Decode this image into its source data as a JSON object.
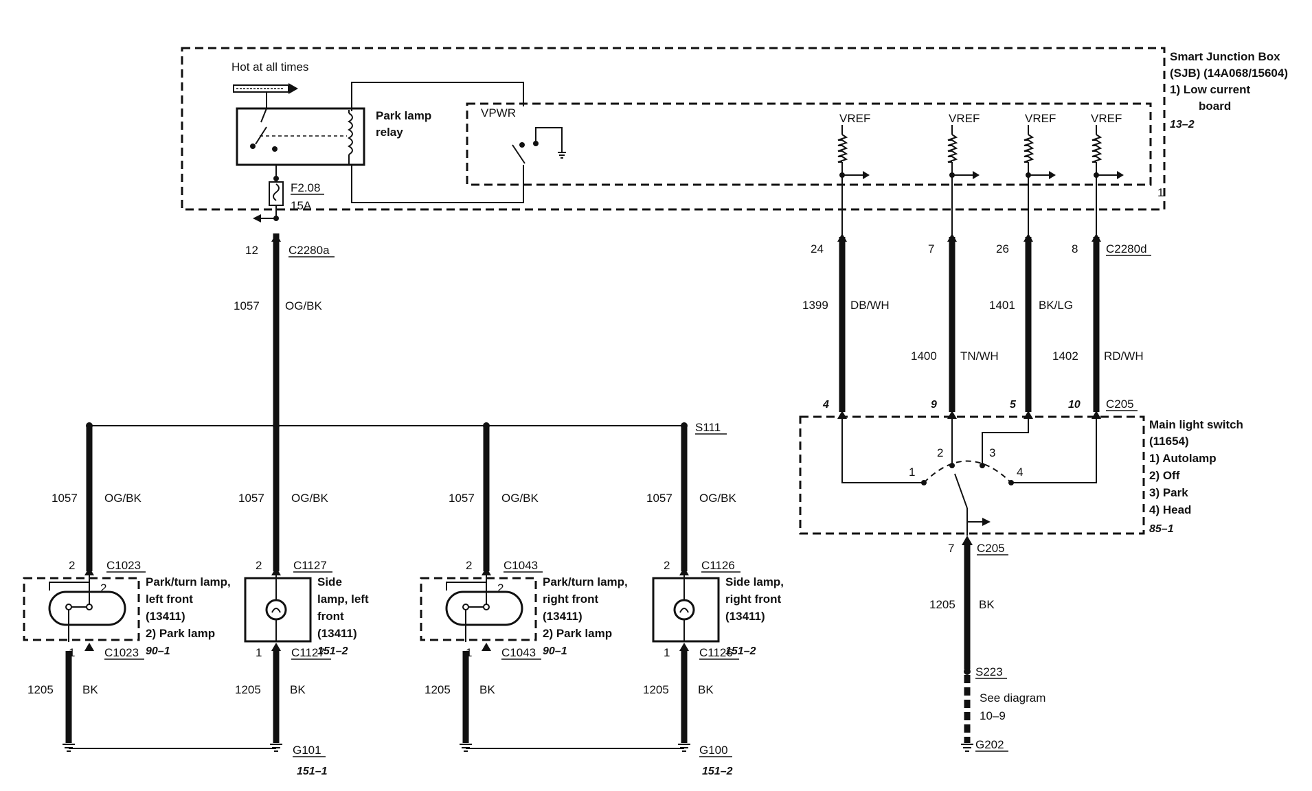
{
  "sjb": {
    "title_lines": [
      "Smart Junction Box",
      "(SJB) (14A068/15604)",
      "1)  Low current",
      "     board"
    ],
    "ref": "13–2",
    "hot_label": "Hot at all times",
    "relay_label_lines": [
      "Park lamp",
      "relay"
    ],
    "vpwr": "VPWR",
    "fuse_lines": [
      "F2.08",
      "15A"
    ],
    "vref": [
      "VREF",
      "VREF",
      "VREF",
      "VREF"
    ],
    "module_pin": "1"
  },
  "connectors": {
    "c2280a": {
      "name": "C2280a",
      "pin": "12"
    },
    "c2280d": {
      "name": "C2280d",
      "pins": [
        "24",
        "7",
        "26",
        "8"
      ]
    },
    "c205_top": {
      "name": "C205",
      "pins": [
        "4",
        "9",
        "5",
        "10"
      ]
    },
    "c205_bottom": {
      "name": "C205",
      "pin": "7"
    }
  },
  "wires": {
    "main_feed": {
      "circuit": "1057",
      "color": "OG/BK"
    },
    "w1399": {
      "circuit": "1399",
      "color": "DB/WH"
    },
    "w1400": {
      "circuit": "1400",
      "color": "TN/WH"
    },
    "w1401": {
      "circuit": "1401",
      "color": "BK/LG"
    },
    "w1402": {
      "circuit": "1402",
      "color": "RD/WH"
    },
    "switch_ground": {
      "circuit": "1205",
      "color": "BK"
    }
  },
  "splice": "S111",
  "switch": {
    "title_lines": [
      "Main light switch",
      "(11654)",
      "1)   Autolamp",
      "2)   Off",
      "3)   Park",
      "4)   Head"
    ],
    "ref": "85–1",
    "positions": [
      "1",
      "2",
      "3",
      "4"
    ]
  },
  "lamps": [
    {
      "branch_circuit": "1057",
      "branch_color": "OG/BK",
      "top_pin": "2",
      "top_conn": "C1023",
      "bottom_pin": "1",
      "bottom_conn": "C1023",
      "inner_pin": "2",
      "label_lines": [
        "Park/turn lamp,",
        "left front",
        "(13411)",
        "2)    Park lamp"
      ],
      "ref": "90–1",
      "ground_circuit": "1205",
      "ground_color": "BK"
    },
    {
      "branch_circuit": "1057",
      "branch_color": "OG/BK",
      "top_pin": "2",
      "top_conn": "C1127",
      "bottom_pin": "1",
      "bottom_conn": "C1127",
      "label_lines": [
        "Side",
        "lamp, left",
        "front",
        "(13411)"
      ],
      "ref": "151–2",
      "ground_circuit": "1205",
      "ground_color": "BK"
    },
    {
      "branch_circuit": "1057",
      "branch_color": "OG/BK",
      "top_pin": "2",
      "top_conn": "C1043",
      "bottom_pin": "1",
      "bottom_conn": "C1043",
      "inner_pin": "2",
      "label_lines": [
        "Park/turn lamp,",
        "right front",
        "(13411)",
        "2)    Park lamp"
      ],
      "ref": "90–1",
      "ground_circuit": "1205",
      "ground_color": "BK"
    },
    {
      "branch_circuit": "1057",
      "branch_color": "OG/BK",
      "top_pin": "2",
      "top_conn": "C1126",
      "bottom_pin": "1",
      "bottom_conn": "C1126",
      "label_lines": [
        "Side lamp,",
        "right front",
        "(13411)"
      ],
      "ref": "151–2",
      "ground_circuit": "1205",
      "ground_color": "BK"
    }
  ],
  "grounds": {
    "g101": {
      "name": "G101",
      "ref": "151–1"
    },
    "g100": {
      "name": "G100",
      "ref": "151–2"
    },
    "s223": "S223",
    "see_lines": [
      "See diagram",
      "10–9"
    ],
    "g202": "G202"
  }
}
